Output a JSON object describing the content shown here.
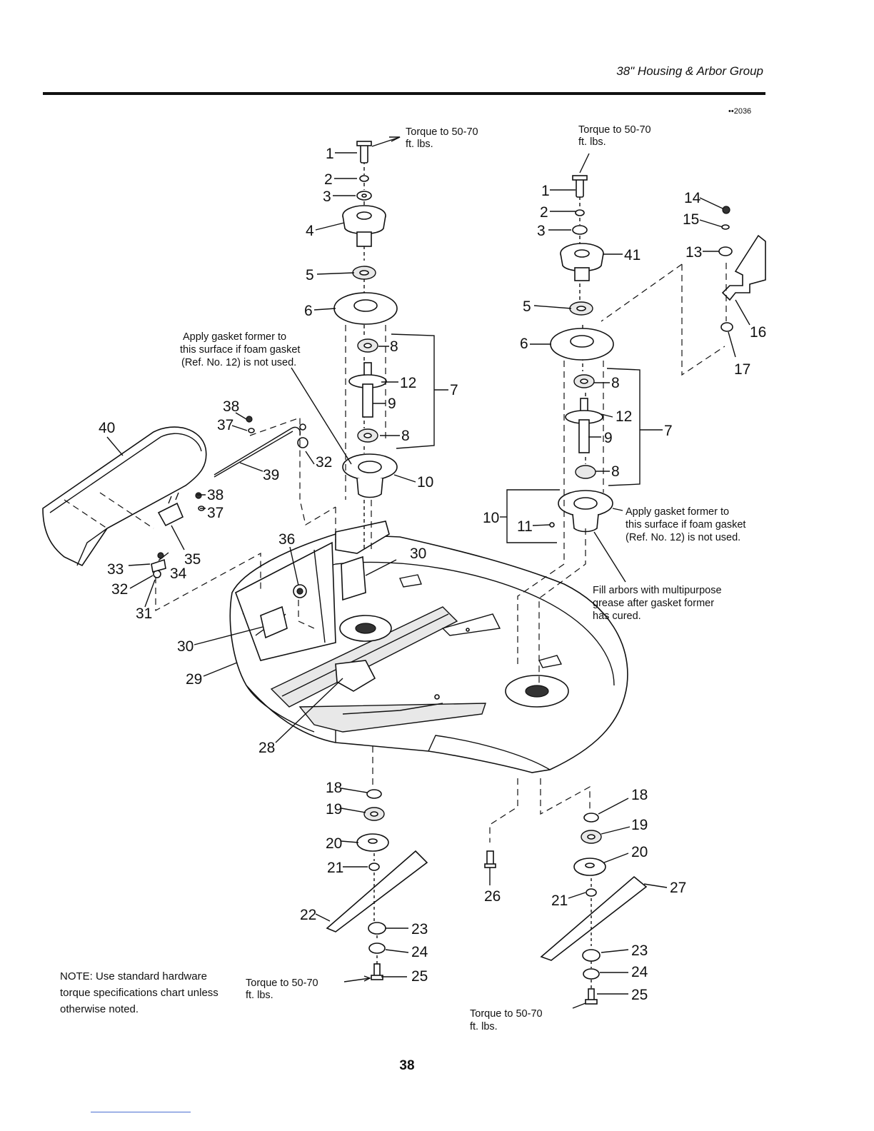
{
  "header": {
    "title": "38\" Housing & Arbor Group",
    "code": "••2036"
  },
  "annotations": {
    "torque_top_left_1": "Torque to 50-70",
    "torque_top_left_2": "ft. lbs.",
    "torque_top_right_1": "Torque to 50-70",
    "torque_top_right_2": "ft. lbs.",
    "gasket_left_1": "Apply gasket former to",
    "gasket_left_2": "this surface if foam gasket",
    "gasket_left_3": "(Ref. No. 12) is not used.",
    "gasket_right_1": "Apply gasket former to",
    "gasket_right_2": "this surface if foam gasket",
    "gasket_right_3": "(Ref. No. 12) is not used.",
    "fill_1": "Fill arbors with multipurpose",
    "fill_2": "grease after gasket former",
    "fill_3": "has cured.",
    "torque_bottom_left_1": "Torque to 50-70",
    "torque_bottom_left_2": "ft. lbs.",
    "torque_bottom_right_1": "Torque to 50-70",
    "torque_bottom_right_2": "ft. lbs."
  },
  "callouts": {
    "l1": "1",
    "l2": "2",
    "l3": "3",
    "l4": "4",
    "l5": "5",
    "l6": "6",
    "l7": "7",
    "l8a": "8",
    "l8b": "8",
    "l9": "9",
    "l10": "10",
    "l12": "12",
    "r1": "1",
    "r2": "2",
    "r3": "3",
    "r41": "41",
    "r5": "5",
    "r6": "6",
    "r7": "7",
    "r8a": "8",
    "r8b": "8",
    "r9": "9",
    "r10": "10",
    "r11": "11",
    "r12": "12",
    "r13": "13",
    "r14": "14",
    "r15": "15",
    "r16": "16",
    "r17": "17",
    "c28": "28",
    "c29": "29",
    "c30a": "30",
    "c30b": "30",
    "c31": "31",
    "c32a": "32",
    "c32b": "32",
    "c33": "33",
    "c34": "34",
    "c35": "35",
    "c36": "36",
    "c37a": "37",
    "c37b": "37",
    "c38a": "38",
    "c38b": "38",
    "c39": "39",
    "c40": "40",
    "b18": "18",
    "b19": "19",
    "b20": "20",
    "b21": "21",
    "b22": "22",
    "b23": "23",
    "b24": "24",
    "b25": "25",
    "b26": "26",
    "d18": "18",
    "d19": "19",
    "d20": "20",
    "d21": "21",
    "d27": "27",
    "d23": "23",
    "d24": "24",
    "d25": "25"
  },
  "note": "NOTE:  Use standard hardware torque specifications chart unless otherwise noted.",
  "page_number": "38"
}
